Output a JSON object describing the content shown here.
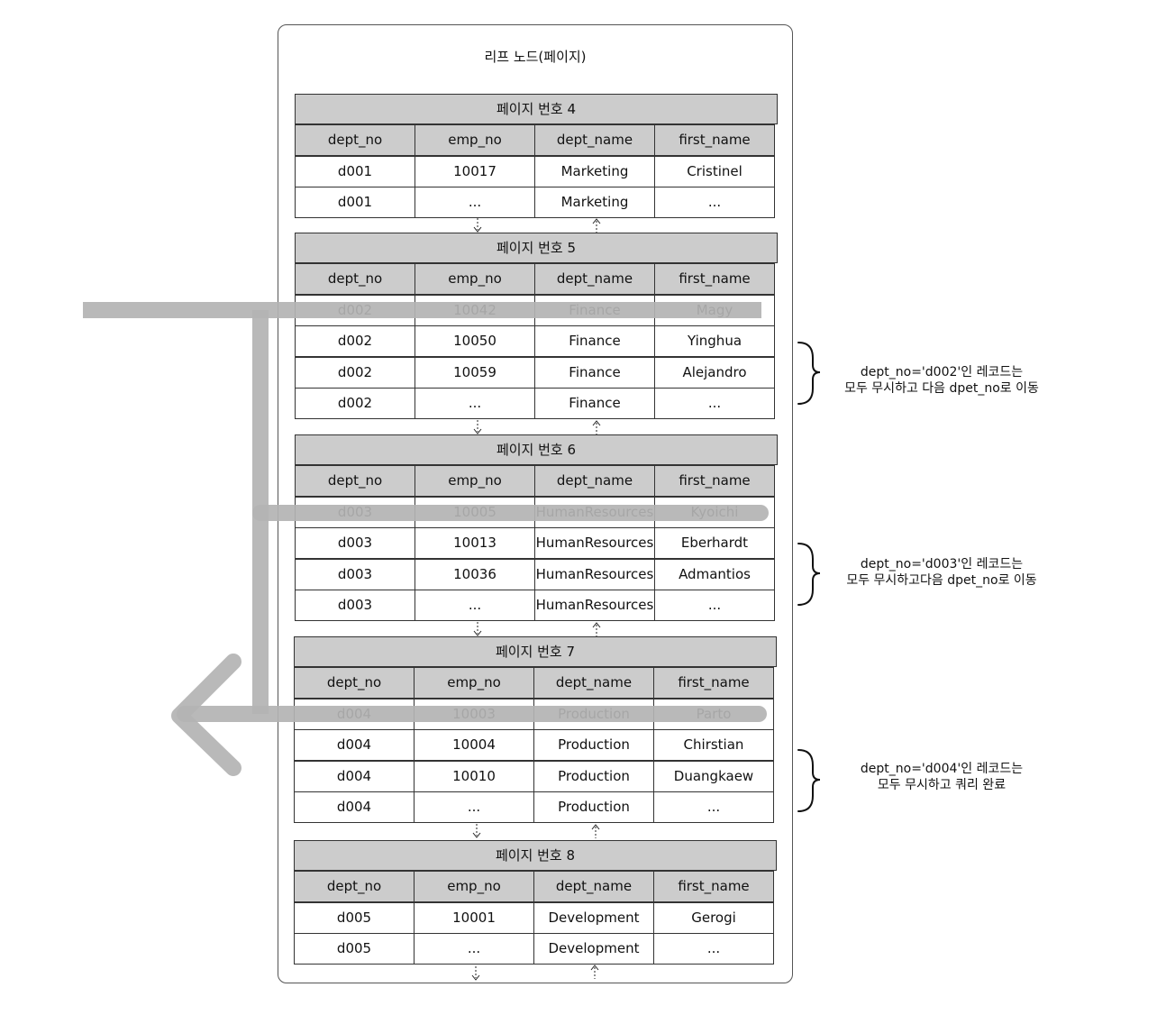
{
  "container_title": "리프 노드(페이지)",
  "columns": [
    "dept_no",
    "emp_no",
    "dept_name",
    "first_name"
  ],
  "pages": [
    {
      "title": "페이지 번호 4",
      "rows": [
        [
          "d001",
          "10017",
          "Marketing",
          "Cristinel"
        ],
        [
          "d001",
          "...",
          "Marketing",
          "..."
        ]
      ]
    },
    {
      "title": "페이지 번호 5",
      "rows": [
        [
          "d002",
          "10042",
          "Finance",
          "Magy"
        ],
        [
          "d002",
          "10050",
          "Finance",
          "Yinghua"
        ],
        [
          "d002",
          "10059",
          "Finance",
          "Alejandro"
        ],
        [
          "d002",
          "...",
          "Finance",
          "..."
        ]
      ]
    },
    {
      "title": "페이지 번호 6",
      "rows": [
        [
          "d003",
          "10005",
          "HumanResources",
          "Kyoichi"
        ],
        [
          "d003",
          "10013",
          "HumanResources",
          "Eberhardt"
        ],
        [
          "d003",
          "10036",
          "HumanResources",
          "Admantios"
        ],
        [
          "d003",
          "...",
          "HumanResources",
          "..."
        ]
      ]
    },
    {
      "title": "페이지 번호 7",
      "rows": [
        [
          "d004",
          "10003",
          "Production",
          "Parto"
        ],
        [
          "d004",
          "10004",
          "Production",
          "Chirstian"
        ],
        [
          "d004",
          "10010",
          "Production",
          "Duangkaew"
        ],
        [
          "d004",
          "...",
          "Production",
          "..."
        ]
      ]
    },
    {
      "title": "페이지 번호 8",
      "rows": [
        [
          "d005",
          "10001",
          "Development",
          "Gerogi"
        ],
        [
          "d005",
          "...",
          "Development",
          "..."
        ]
      ]
    }
  ],
  "notes": [
    {
      "line1": "dept_no='d002'인 레코드는",
      "line2": "모두 무시하고 다음 dpet_no로 이동"
    },
    {
      "line1": "dept_no='d003'인 레코드는",
      "line2": "모두 무시하고다음 dpet_no로 이동"
    },
    {
      "line1": "dept_no='d004'인 레코드는",
      "line2": "모두 무시하고 쿼리 완료"
    }
  ],
  "colors": {
    "header_fill": "#cccccc",
    "scan_path": "#b3b3b3",
    "border": "#333333"
  }
}
